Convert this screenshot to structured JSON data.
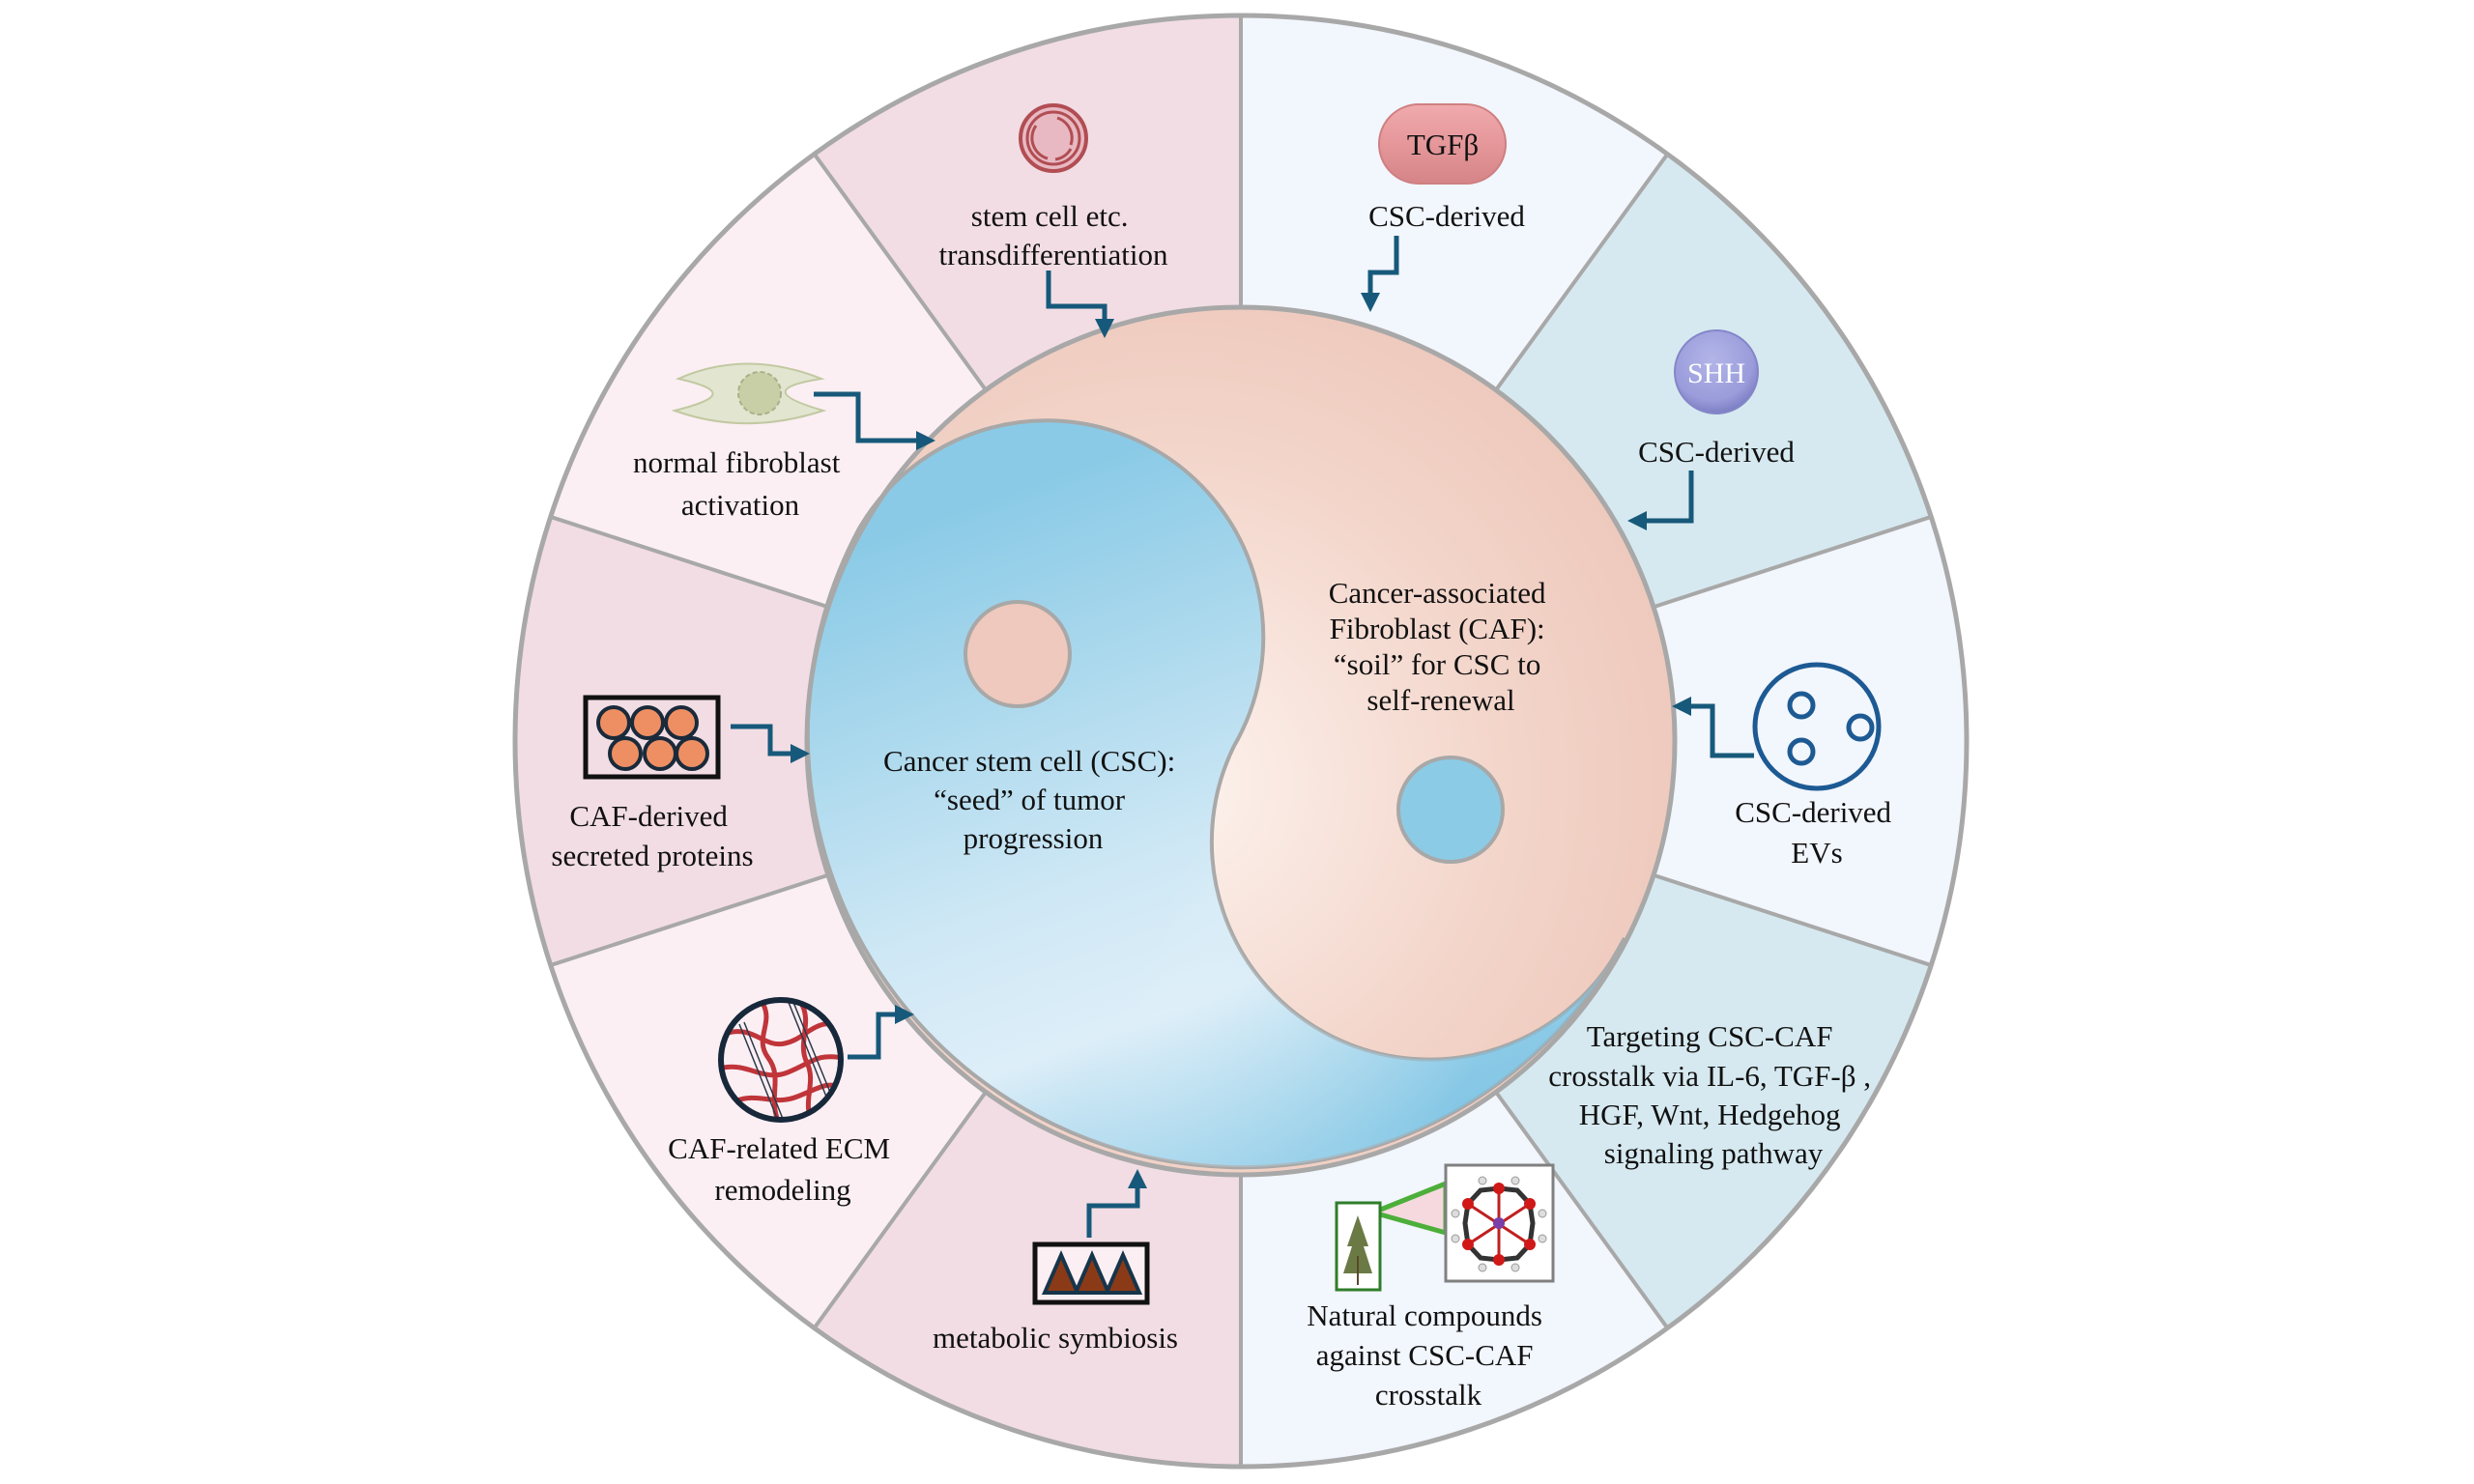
{
  "figure": {
    "center_csc": {
      "lines": [
        "Cancer stem cell (CSC):",
        "“seed” of tumor",
        "progression"
      ]
    },
    "center_caf": {
      "lines": [
        "Cancer-associated",
        "Fibroblast (CAF):",
        "“soil” for CSC to",
        "self-renewal"
      ]
    },
    "colors": {
      "csc_blue": "#8ccbe6",
      "caf_pink": "#efc9bd",
      "arrow": "#17597a",
      "sector_pink_dark": "#f2dde4",
      "sector_pink_light": "#fbeff3",
      "sector_blue_light": "#f2f6fd",
      "sector_blue_dark": "#d6e9f0"
    },
    "sectors": [
      {
        "id": "tgfb",
        "icon": "tgf-beta-pill-icon",
        "icon_label": "TGFβ",
        "lines": [
          "CSC-derived"
        ]
      },
      {
        "id": "shh",
        "icon": "shh-sphere-icon",
        "icon_label": "SHH",
        "lines": [
          "CSC-derived"
        ]
      },
      {
        "id": "evs",
        "icon": "extracellular-vesicle-icon",
        "lines": [
          "CSC-derived",
          "EVs"
        ]
      },
      {
        "id": "targeting",
        "lines": [
          "Targeting CSC-CAF",
          "crosstalk via IL-6, TGF-β ,",
          "HGF, Wnt,  Hedgehog",
          "signaling pathway"
        ]
      },
      {
        "id": "natural",
        "icon": "plant-and-molecule-icon",
        "lines": [
          "Natural compounds",
          "against CSC-CAF",
          "crosstalk"
        ]
      },
      {
        "id": "metabolic",
        "icon": "metabolic-triangles-icon",
        "lines": [
          "metabolic symbiosis"
        ]
      },
      {
        "id": "ecm",
        "icon": "ecm-fiber-network-icon",
        "lines": [
          "CAF-related ECM",
          "remodeling"
        ]
      },
      {
        "id": "secreted",
        "icon": "secreted-proteins-box-icon",
        "lines": [
          "CAF-derived",
          "secreted proteins"
        ]
      },
      {
        "id": "fibroblast",
        "icon": "fibroblast-cell-icon",
        "lines": [
          "normal fibroblast",
          "activation"
        ]
      },
      {
        "id": "stemcell",
        "icon": "stem-cell-icon",
        "lines": [
          "stem cell etc.",
          "transdifferentiation"
        ]
      }
    ]
  }
}
